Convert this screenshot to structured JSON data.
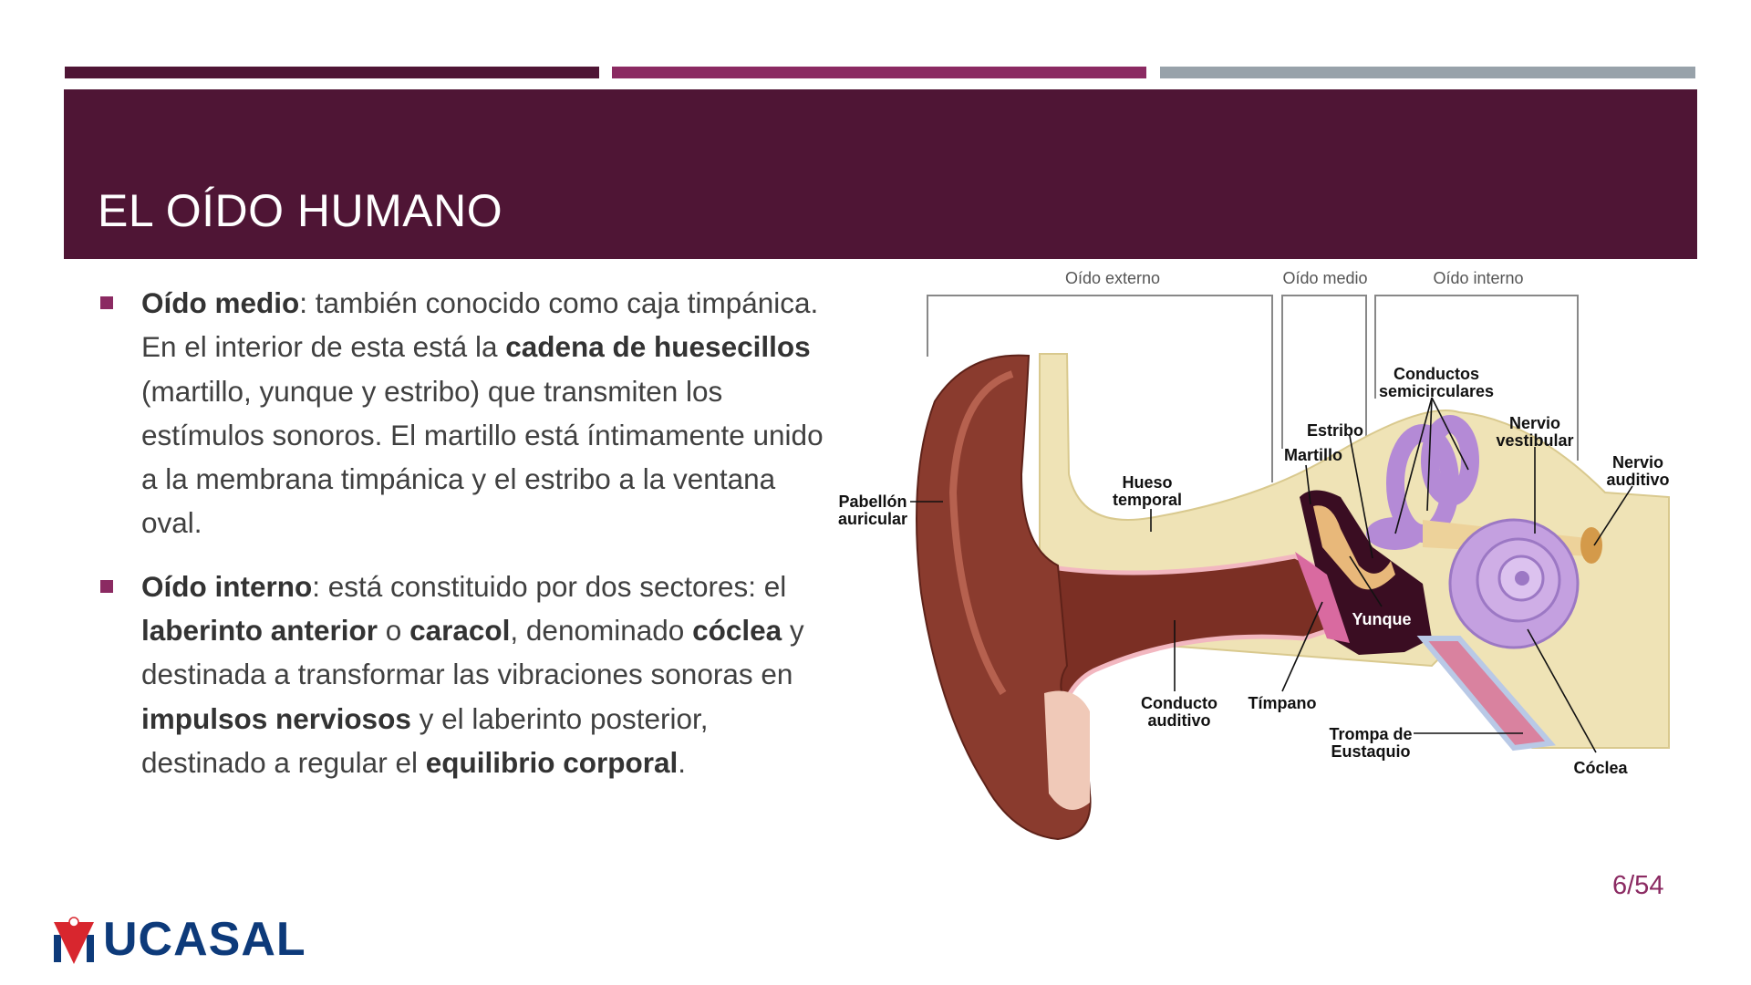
{
  "colors": {
    "bar1": "#4f1535",
    "bar2": "#8b2a62",
    "bar3": "#98a2aa",
    "header": "#4f1535",
    "accent": "#8b2a62",
    "logo_blue": "#0d3a7a",
    "logo_red": "#d8262e"
  },
  "header": {
    "title": "EL OÍDO HUMANO"
  },
  "bullets": [
    {
      "segments": [
        {
          "text": "Oído medio",
          "bold": true
        },
        {
          "text": ": también conocido como caja timpánica. En el interior de esta está la ",
          "bold": false
        },
        {
          "text": "cadena de huesecillos",
          "bold": true
        },
        {
          "text": " (martillo, yunque y estribo) que transmiten los estímulos sonoros. El martillo está íntimamente unido a la membrana timpánica y el estribo a la ventana oval.",
          "bold": false
        }
      ]
    },
    {
      "segments": [
        {
          "text": "Oído interno",
          "bold": true
        },
        {
          "text": ": está constituido por dos sectores: el ",
          "bold": false
        },
        {
          "text": "laberinto anterior",
          "bold": true
        },
        {
          "text": " o ",
          "bold": false
        },
        {
          "text": "caracol",
          "bold": true
        },
        {
          "text": ", denominado ",
          "bold": false
        },
        {
          "text": "cóclea",
          "bold": true
        },
        {
          "text": " y destinada a transformar las vibraciones sonoras en ",
          "bold": false
        },
        {
          "text": "impulsos nerviosos",
          "bold": true
        },
        {
          "text": " y el laberinto posterior, destinado a regular el ",
          "bold": false
        },
        {
          "text": "equilibrio corporal",
          "bold": true
        },
        {
          "text": ".",
          "bold": false
        }
      ]
    }
  ],
  "diagram": {
    "sections": {
      "externo": "Oído externo",
      "medio": "Oído medio",
      "interno": "Oído interno"
    },
    "labels": {
      "pabellon": [
        "Pabellón",
        "auricular"
      ],
      "hueso": [
        "Hueso",
        "temporal"
      ],
      "conductos": [
        "Conductos",
        "semicirculares"
      ],
      "estribo": "Estribo",
      "martillo": "Martillo",
      "nervio_vestibular": [
        "Nervio",
        "vestibular"
      ],
      "nervio_auditivo": [
        "Nervio",
        "auditivo"
      ],
      "yunque": "Yunque",
      "conducto_auditivo": [
        "Conducto",
        "auditivo"
      ],
      "timpano": "Tímpano",
      "trompa": [
        "Trompa de",
        "Eustaquio"
      ],
      "coclea": "Cóclea"
    }
  },
  "footer": {
    "page_number": "6/54",
    "logo_text": "UCASAL"
  }
}
